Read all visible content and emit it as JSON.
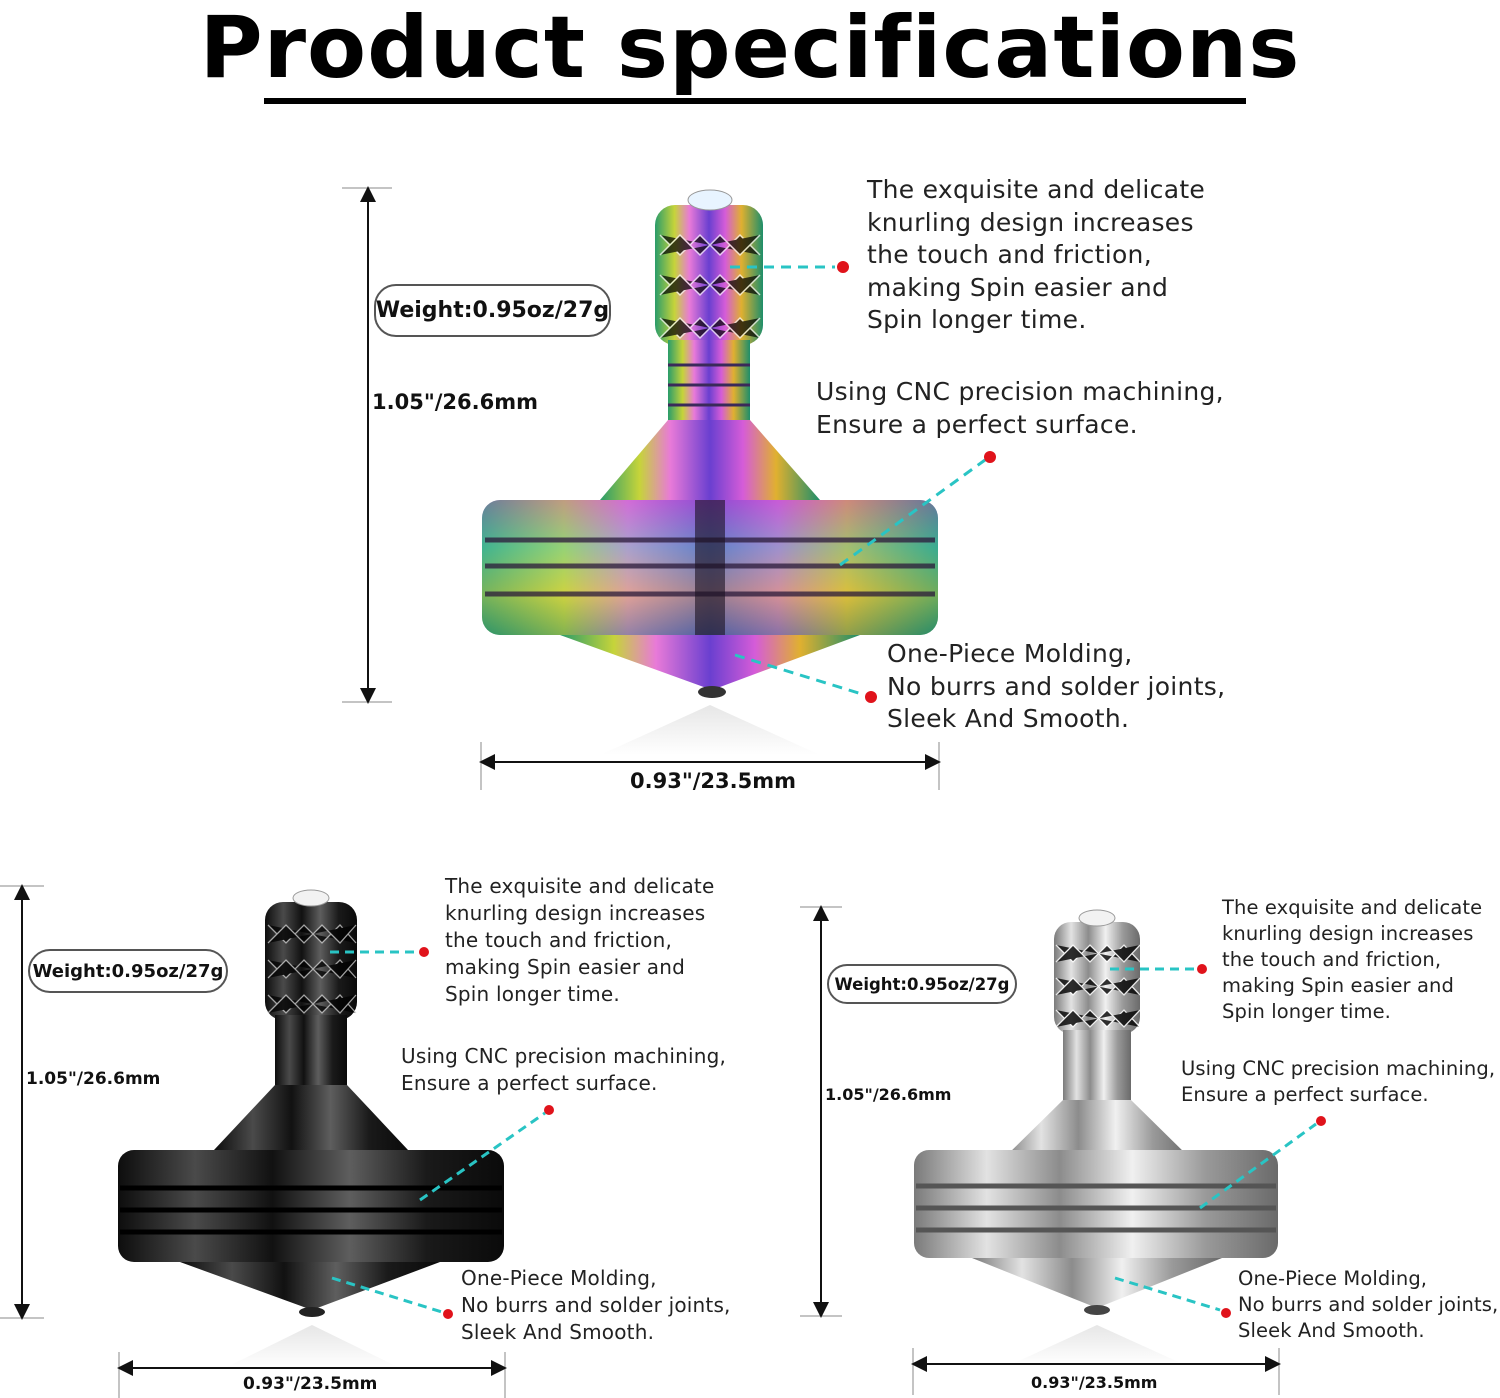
{
  "title": "Product specifications",
  "panels": {
    "main": {
      "weight": "Weight:0.95oz/27g",
      "height_dim": "1.05\"/26.6mm",
      "width_dim": "0.93\"/23.5mm",
      "knurling_note": [
        "The exquisite and delicate",
        "knurling design increases",
        "the touch and friction,",
        "making Spin easier and",
        "Spin longer time."
      ],
      "cnc_note": [
        "Using CNC precision machining,",
        "Ensure a perfect surface."
      ],
      "molding_note": [
        "One-Piece Molding,",
        "No burrs and solder joints,",
        "Sleek And Smooth."
      ]
    },
    "black": {
      "weight": "Weight:0.95oz/27g",
      "height_dim": "1.05\"/26.6mm",
      "width_dim": "0.93\"/23.5mm",
      "knurling_note": [
        "The exquisite and delicate",
        "knurling design increases",
        "the touch and friction,",
        "making Spin easier and",
        "Spin longer time."
      ],
      "cnc_note": [
        "Using CNC precision machining,",
        "Ensure a perfect surface."
      ],
      "molding_note": [
        "One-Piece Molding,",
        "No burrs and solder joints,",
        "Sleek And Smooth."
      ]
    },
    "silver": {
      "weight": "Weight:0.95oz/27g",
      "height_dim": "1.05\"/26.6mm",
      "width_dim": "0.93\"/23.5mm",
      "knurling_note": [
        "The exquisite and delicate",
        "knurling design increases",
        "the touch and friction,",
        "making Spin easier and",
        "Spin longer time."
      ],
      "cnc_note": [
        "Using CNC precision machining,",
        "Ensure a perfect surface."
      ],
      "molding_note": [
        "One-Piece Molding,",
        "No burrs and solder joints,",
        "Sleek And Smooth."
      ]
    }
  },
  "colors": {
    "leader_line": "#29c4c4",
    "leader_dot": "#e0131b"
  }
}
